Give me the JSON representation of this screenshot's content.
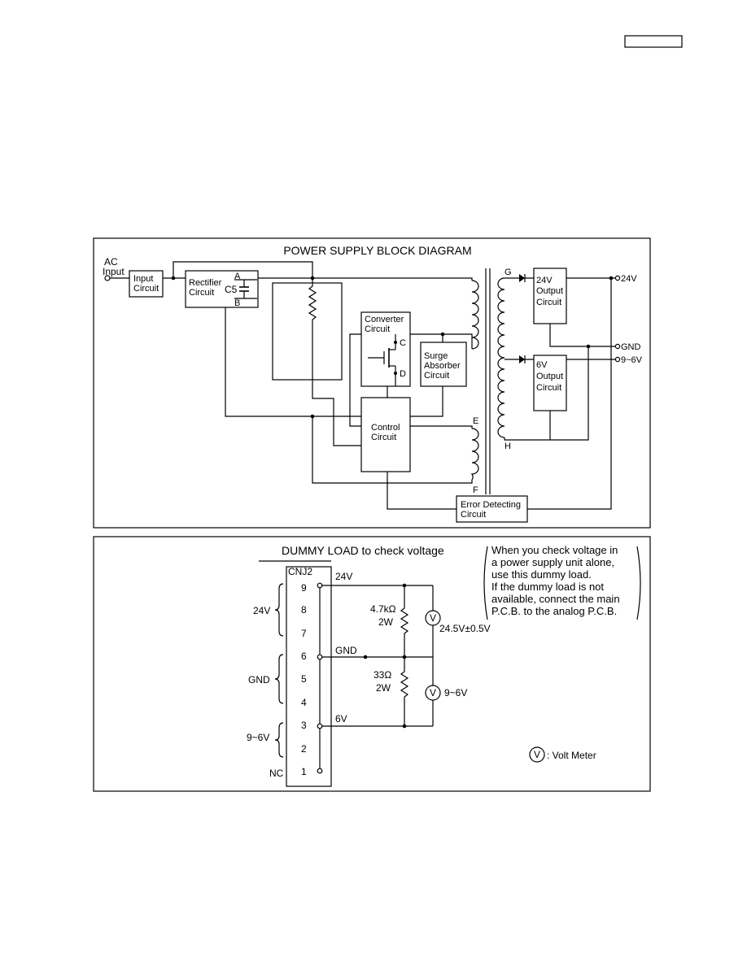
{
  "page": {
    "header_box_text": ""
  },
  "block_diagram": {
    "title": "POWER SUPPLY BLOCK DIAGRAM",
    "ac_input": [
      "AC",
      "Input"
    ],
    "input_circuit": [
      "Input",
      "Circuit"
    ],
    "rectifier_circuit": [
      "Rectifier",
      "Circuit"
    ],
    "c5": "C5",
    "node_a": "A",
    "node_b": "B",
    "converter_circuit": [
      "Converter",
      "Circuit"
    ],
    "node_c": "C",
    "node_d": "D",
    "surge_absorber": [
      "Surge",
      "Absorber",
      "Circuit"
    ],
    "control_circuit": [
      "Control",
      "Circuit"
    ],
    "error_detecting": [
      "Error Detecting",
      "Circuit"
    ],
    "out24": [
      "24V",
      "Output",
      "Circuit"
    ],
    "out6": [
      "6V",
      "Output",
      "Circuit"
    ],
    "node_g": "G",
    "node_h": "H",
    "node_e": "E",
    "node_f": "F",
    "term_24v": "24V",
    "term_gnd": "GND",
    "term_96v": "9~6V"
  },
  "dummy_load": {
    "title": "DUMMY LOAD to check voltage",
    "connector": "CNJ2",
    "pins": [
      "9",
      "8",
      "7",
      "6",
      "5",
      "4",
      "3",
      "2",
      "1"
    ],
    "groups": {
      "v24": "24V",
      "gnd": "GND",
      "v96": "9~6V",
      "nc": "NC"
    },
    "rail_24v": "24V",
    "rail_gnd": "GND",
    "rail_6v": "6V",
    "r1": [
      "4.7kΩ",
      "2W"
    ],
    "r2": [
      "33Ω",
      "2W"
    ],
    "meter_symbol": "V",
    "reading1": "24.5V±0.5V",
    "reading2": "9~6V",
    "note": [
      "When you check voltage in",
      "a power supply unit alone,",
      "use this dummy load.",
      "If the dummy load is not",
      "available, connect the main",
      "P.C.B. to the analog P.C.B."
    ],
    "legend": ": Volt Meter"
  }
}
